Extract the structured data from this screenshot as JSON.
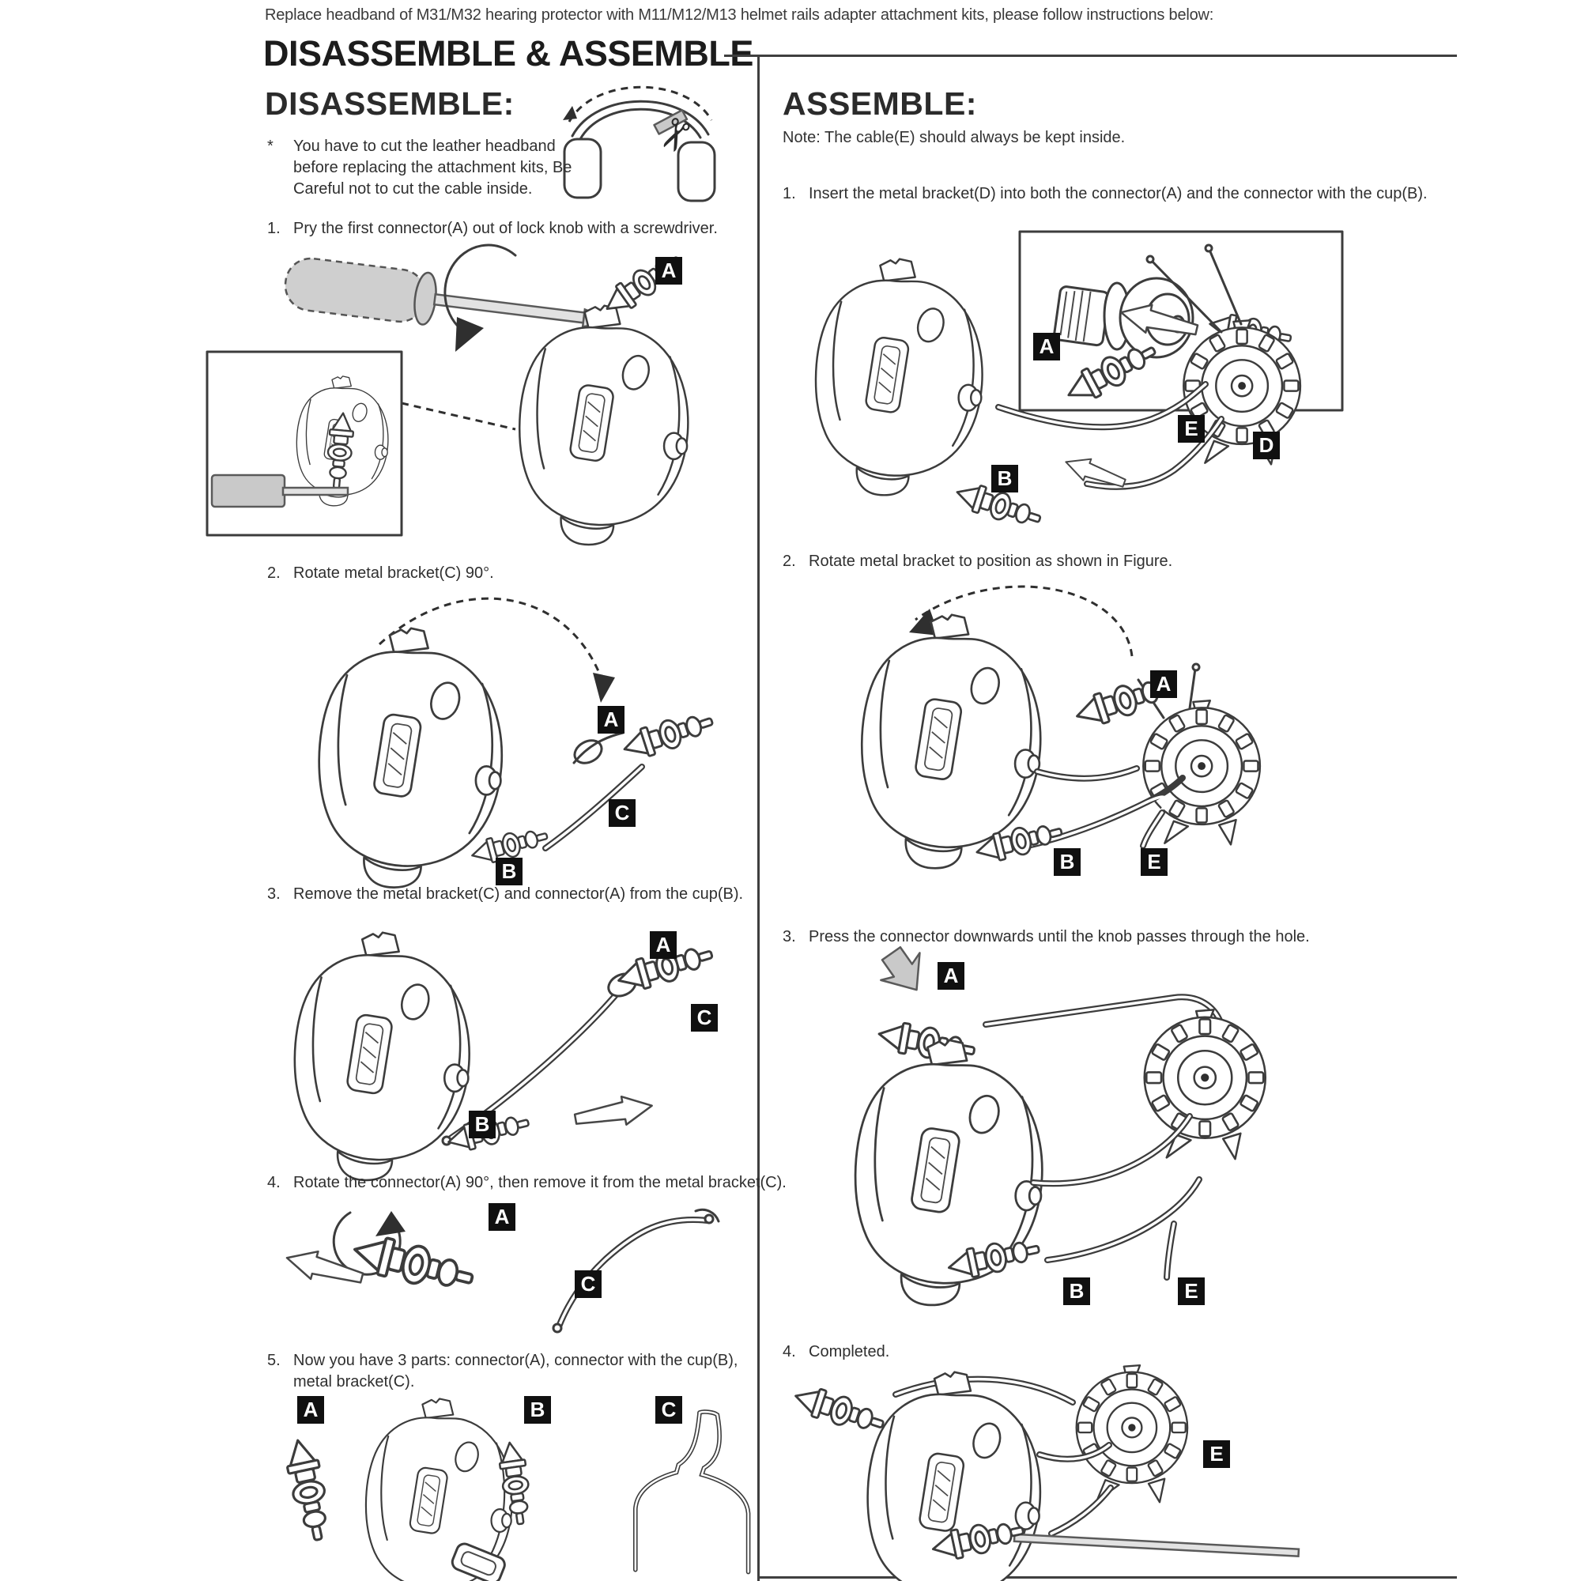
{
  "page": {
    "header": "Replace headband of M31/M32 hearing protector with M11/M12/M13 helmet rails adapter attachment kits, please follow instructions below:",
    "title": "DISASSEMBLE & ASSEMBLE"
  },
  "parts": {
    "a": "A",
    "b": "B",
    "c": "C",
    "d": "D",
    "e": "E"
  },
  "disassemble": {
    "heading": "DISASSEMBLE:",
    "warning_marker": "*",
    "warning": "You have to cut the leather headband before replacing the attachment kits, Be Careful not to cut the cable inside.",
    "steps": [
      {
        "num": "1.",
        "text": "Pry the first connector(A) out of lock knob with a screwdriver."
      },
      {
        "num": "2.",
        "text": "Rotate metal bracket(C) 90°."
      },
      {
        "num": "3.",
        "text": "Remove the metal bracket(C) and connector(A) from the cup(B)."
      },
      {
        "num": "4.",
        "text": "Rotate the connector(A) 90°, then remove it from the metal bracket(C)."
      },
      {
        "num": "5.",
        "text": "Now you have 3 parts: connector(A), connector with the cup(B), metal bracket(C)."
      }
    ]
  },
  "assemble": {
    "heading": "ASSEMBLE:",
    "note": "Note: The cable(E) should always be kept inside.",
    "steps": [
      {
        "num": "1.",
        "text": "Insert the metal bracket(D) into both the connector(A) and the connector with the cup(B)."
      },
      {
        "num": "2.",
        "text": "Rotate metal bracket to position as shown in Figure."
      },
      {
        "num": "3.",
        "text": "Press the connector downwards until the knob passes through the hole."
      },
      {
        "num": "4.",
        "text": "Completed."
      }
    ]
  },
  "colors": {
    "ink": "#2e2e2e",
    "line_art": "#3c3c3c",
    "label_bg": "#101010",
    "label_fg": "#ffffff",
    "gray_fill": "#c9c9c9"
  }
}
